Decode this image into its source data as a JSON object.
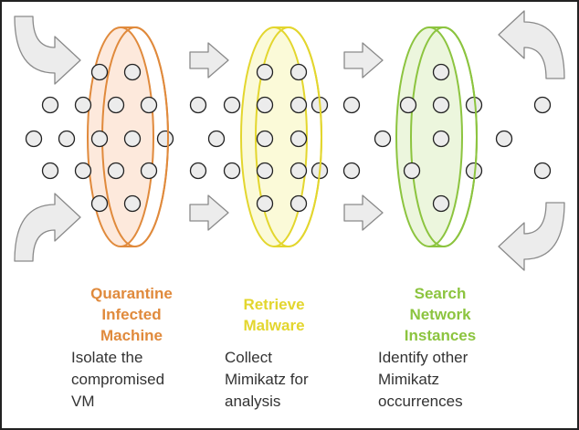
{
  "colors": {
    "stage_1": "#e08a3c",
    "stage_1_fill": "#fde9dc",
    "stage_2": "#e3d62e",
    "stage_2_fill": "#fbfad8",
    "stage_3": "#8cc43f",
    "stage_3_fill": "#ecf6dd",
    "arrow_fill": "#ececec",
    "arrow_stroke": "#8a8a8a",
    "dot_fill": "#ececec",
    "dot_stroke": "#222222",
    "border": "#222222"
  },
  "stages": [
    {
      "title": "Quarantine\nInfected\nMachine",
      "description": "Isolate the\ncompromised\nVM"
    },
    {
      "title": "Retrieve\nMalware",
      "description": "Collect\nMimikatz for\nanalysis"
    },
    {
      "title": "Search\nNetwork\nInstances",
      "description": "Identify other\nMimikatz\noccurrences"
    }
  ]
}
